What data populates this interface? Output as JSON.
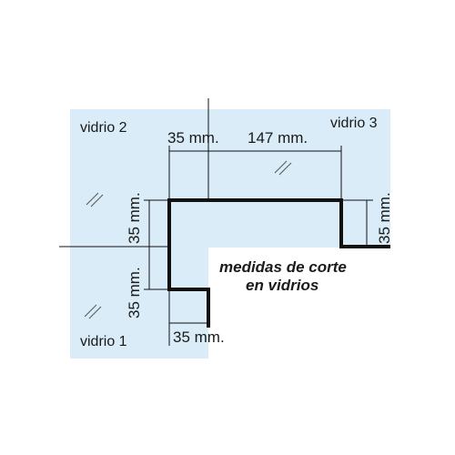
{
  "panes": {
    "vidrio_1": "vidrio 1",
    "vidrio_2": "vidrio 2",
    "vidrio_3": "vidrio 3"
  },
  "dimensions": {
    "top_left": "35 mm.",
    "top_right": "147 mm.",
    "left_upper": "35 mm.",
    "left_lower": "35 mm.",
    "right": "35 mm.",
    "bottom": "35 mm."
  },
  "note": {
    "line1": "medidas de corte",
    "line2": "en vidrios"
  },
  "colors": {
    "glass": "#d9ecf8",
    "outline": "#111111",
    "dimension": "#111111"
  }
}
